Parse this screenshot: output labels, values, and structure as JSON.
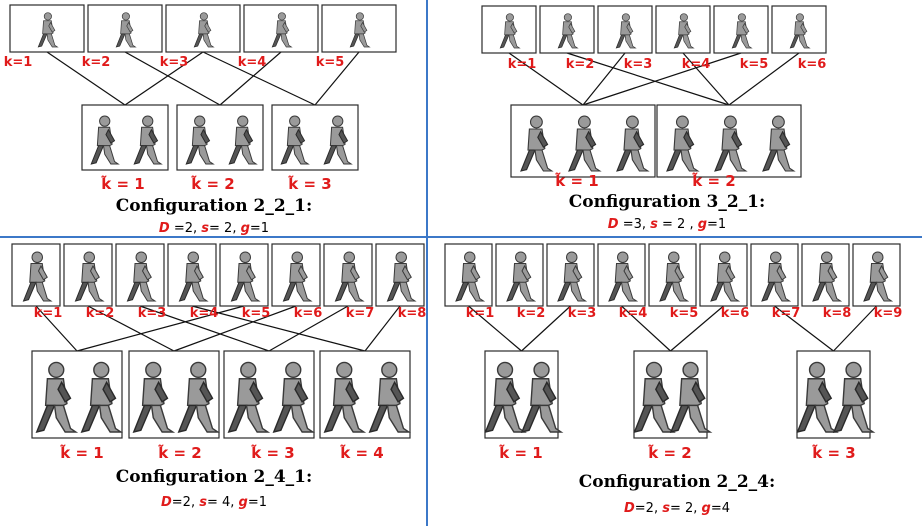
{
  "colors": {
    "divider": "#3c78c8",
    "label_red": "#e01b1b",
    "title_black": "#000000"
  },
  "icons": {
    "frame": "walking-person-silhouette-icon",
    "group": "walking-people-group-icon"
  },
  "panels": [
    {
      "id": "p1",
      "frames": [
        "k=1",
        "k=2",
        "k=3",
        "k=4",
        "k=5"
      ],
      "groups": [
        {
          "label": "k̃ = 1",
          "people": 2,
          "members": [
            1,
            3
          ]
        },
        {
          "label": "k̃ = 2",
          "people": 2,
          "members": [
            2,
            4
          ]
        },
        {
          "label": "k̃ = 3",
          "people": 2,
          "members": [
            3,
            5
          ]
        }
      ],
      "title": "Configuration 2_2_1:",
      "params": [
        {
          "name": "D",
          "value": " =2, "
        },
        {
          "name": "s",
          "value": "= 2, "
        },
        {
          "name": "g",
          "value": "=1"
        }
      ]
    },
    {
      "id": "p2",
      "frames": [
        "k=1",
        "k=2",
        "k=3",
        "k=4",
        "k=5",
        "k=6"
      ],
      "groups": [
        {
          "label": "k̃ = 1",
          "people": 3,
          "members": [
            1,
            3,
            5
          ]
        },
        {
          "label": "k̃ = 2",
          "people": 3,
          "members": [
            2,
            4,
            6
          ]
        }
      ],
      "title": "Configuration 3_2_1:",
      "params": [
        {
          "name": "D",
          "value": " =3, "
        },
        {
          "name": "s",
          "value": " = 2 , "
        },
        {
          "name": "g",
          "value": "=1"
        }
      ]
    },
    {
      "id": "p3",
      "frames": [
        "k=1",
        "k=2",
        "k=3",
        "k=4",
        "k=5",
        "k=6",
        "k=7",
        "k=8"
      ],
      "groups": [
        {
          "label": "k̃ = 1",
          "people": 2,
          "members": [
            1,
            5
          ]
        },
        {
          "label": "k̃ = 2",
          "people": 2,
          "members": [
            2,
            6
          ]
        },
        {
          "label": "k̃ = 3",
          "people": 2,
          "members": [
            3,
            7
          ]
        },
        {
          "label": "k̃ = 4",
          "people": 2,
          "members": [
            4,
            8
          ]
        }
      ],
      "title": "Configuration 2_4_1:",
      "params": [
        {
          "name": "D",
          "value": "=2, "
        },
        {
          "name": "s",
          "value": "= 4, "
        },
        {
          "name": "g",
          "value": "=1"
        }
      ]
    },
    {
      "id": "p4",
      "frames": [
        "k=1",
        "k=2",
        "k=3",
        "k=4",
        "k=5",
        "k=6",
        "k=7",
        "k=8",
        "k=9"
      ],
      "groups": [
        {
          "label": "k̃ = 1",
          "people": 2,
          "members": [
            1,
            3
          ]
        },
        {
          "label": "k̃ = 2",
          "people": 2,
          "members": [
            4,
            6
          ]
        },
        {
          "label": "k̃ = 3",
          "people": 2,
          "members": [
            7,
            9
          ]
        }
      ],
      "title": "Configuration 2_2_4:",
      "params": [
        {
          "name": "D",
          "value": "=2, "
        },
        {
          "name": "s",
          "value": "= 2, "
        },
        {
          "name": "g",
          "value": "=4"
        }
      ]
    }
  ]
}
